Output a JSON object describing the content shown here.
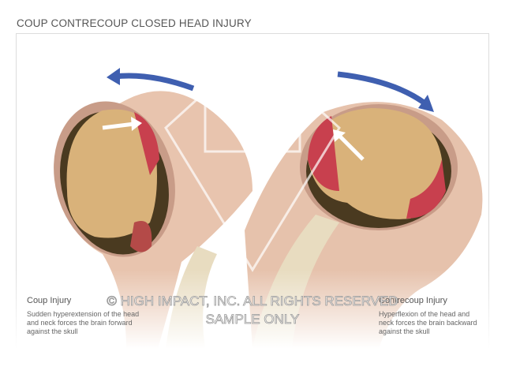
{
  "title": "COUP CONTRECOUP CLOSED HEAD INJURY",
  "left_caption": {
    "heading": "Coup Injury",
    "text": "Sudden hyperextension of the head and neck forces the brain forward against the skull"
  },
  "right_caption": {
    "heading": "Contrecoup Injury",
    "text": "Hyperflexion of the head and neck forces the brain backward against the skull"
  },
  "watermark": {
    "line1": "© HIGH IMPACT, INC. ALL RIGHTS RESERVED",
    "line2": "SAMPLE ONLY"
  },
  "colors": {
    "arrow": "#3f5fb0",
    "brain": "#d9b27a",
    "injury": "#c8404e",
    "skin": "#e8c4ae"
  }
}
